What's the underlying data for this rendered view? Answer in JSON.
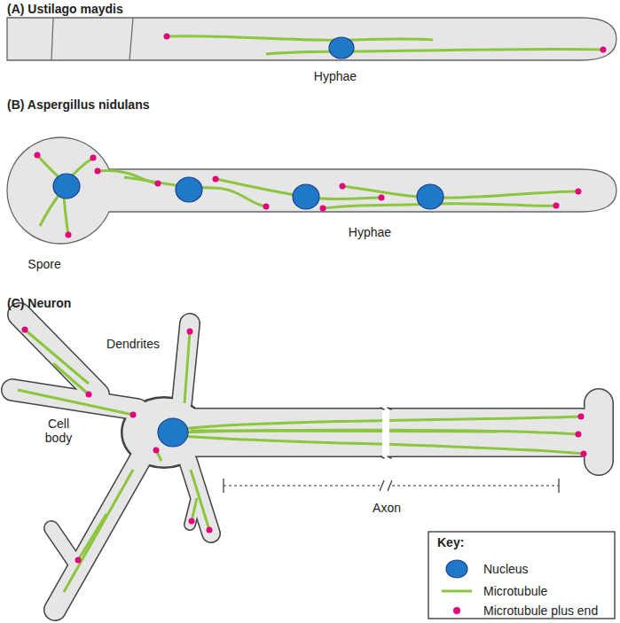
{
  "diagram": {
    "labels": [
      "(A) Ustilago maydis",
      "Hyphae",
      "(B) Aspergillus nidulans",
      "Spore",
      "Hyphae",
      "(C) Neuron",
      "Dendrites",
      "Cell body",
      "Axon",
      "Key:"
    ],
    "legend": [
      {
        "text": "Nucleus"
      },
      {
        "text": "Microtubule"
      },
      {
        "text": "Microtubule plus end"
      }
    ]
  }
}
